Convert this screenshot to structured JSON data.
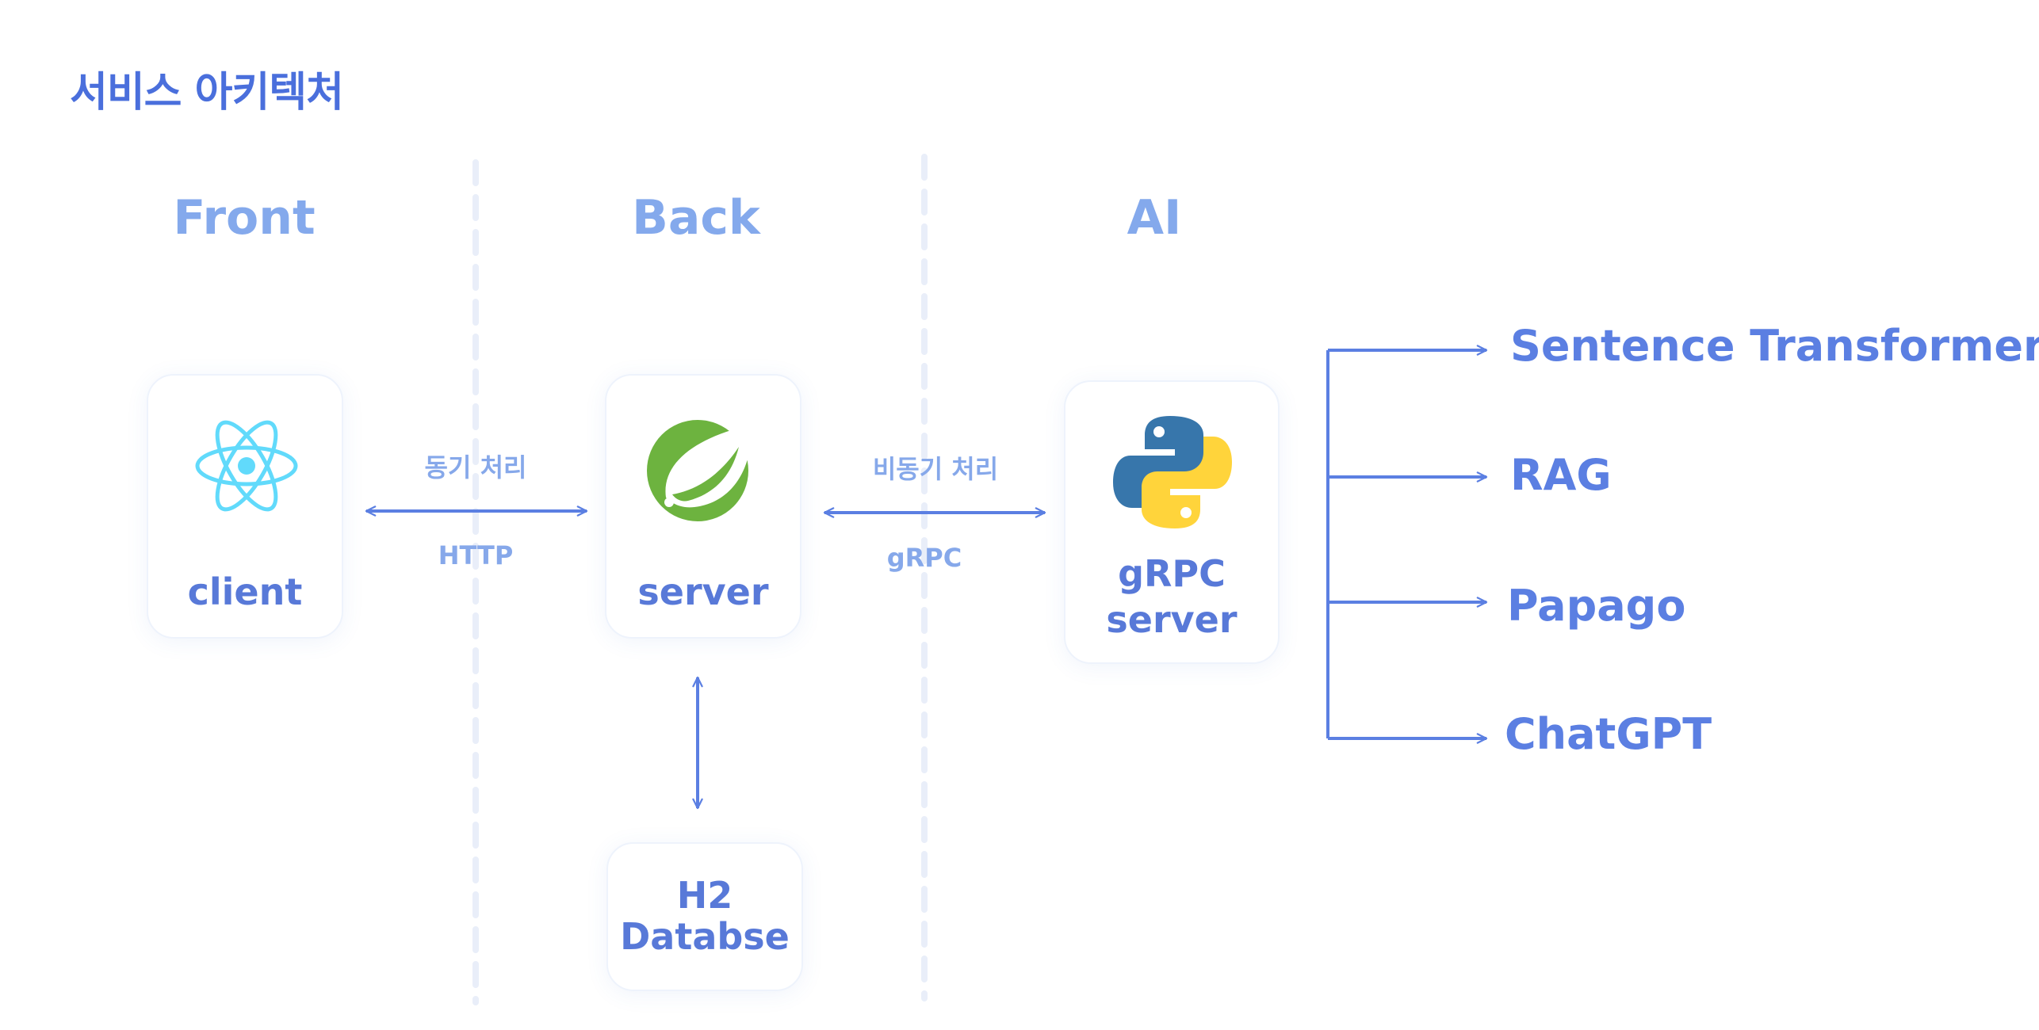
{
  "title": "서비스 아키텍처",
  "columns": {
    "front": "Front",
    "back": "Back",
    "ai": "AI"
  },
  "nodes": {
    "client": {
      "label": "client",
      "icon": "react-icon"
    },
    "server": {
      "label": "server",
      "icon": "spring-icon"
    },
    "grpc_server": {
      "line1": "gRPC",
      "line2": "server",
      "icon": "python-icon"
    },
    "database": {
      "line1": "H2",
      "line2": "Databse"
    }
  },
  "edges": {
    "front_back": {
      "top": "동기 처리",
      "bottom": "HTTP"
    },
    "back_ai": {
      "top": "비동기 처리",
      "bottom": "gRPC"
    }
  },
  "services": [
    "Sentence Transformer",
    "RAG",
    "Papago",
    "ChatGPT"
  ],
  "colors": {
    "title": "#4a6fdc",
    "column_header": "#84a9ec",
    "node_label": "#5879d8",
    "edge_label": "#86a8ea",
    "arrow": "#5b7fe2",
    "divider": "#e9eef9",
    "react": "#61dafb",
    "spring": "#6db33f",
    "python_blue": "#3776ab",
    "python_yellow": "#ffd43b"
  }
}
